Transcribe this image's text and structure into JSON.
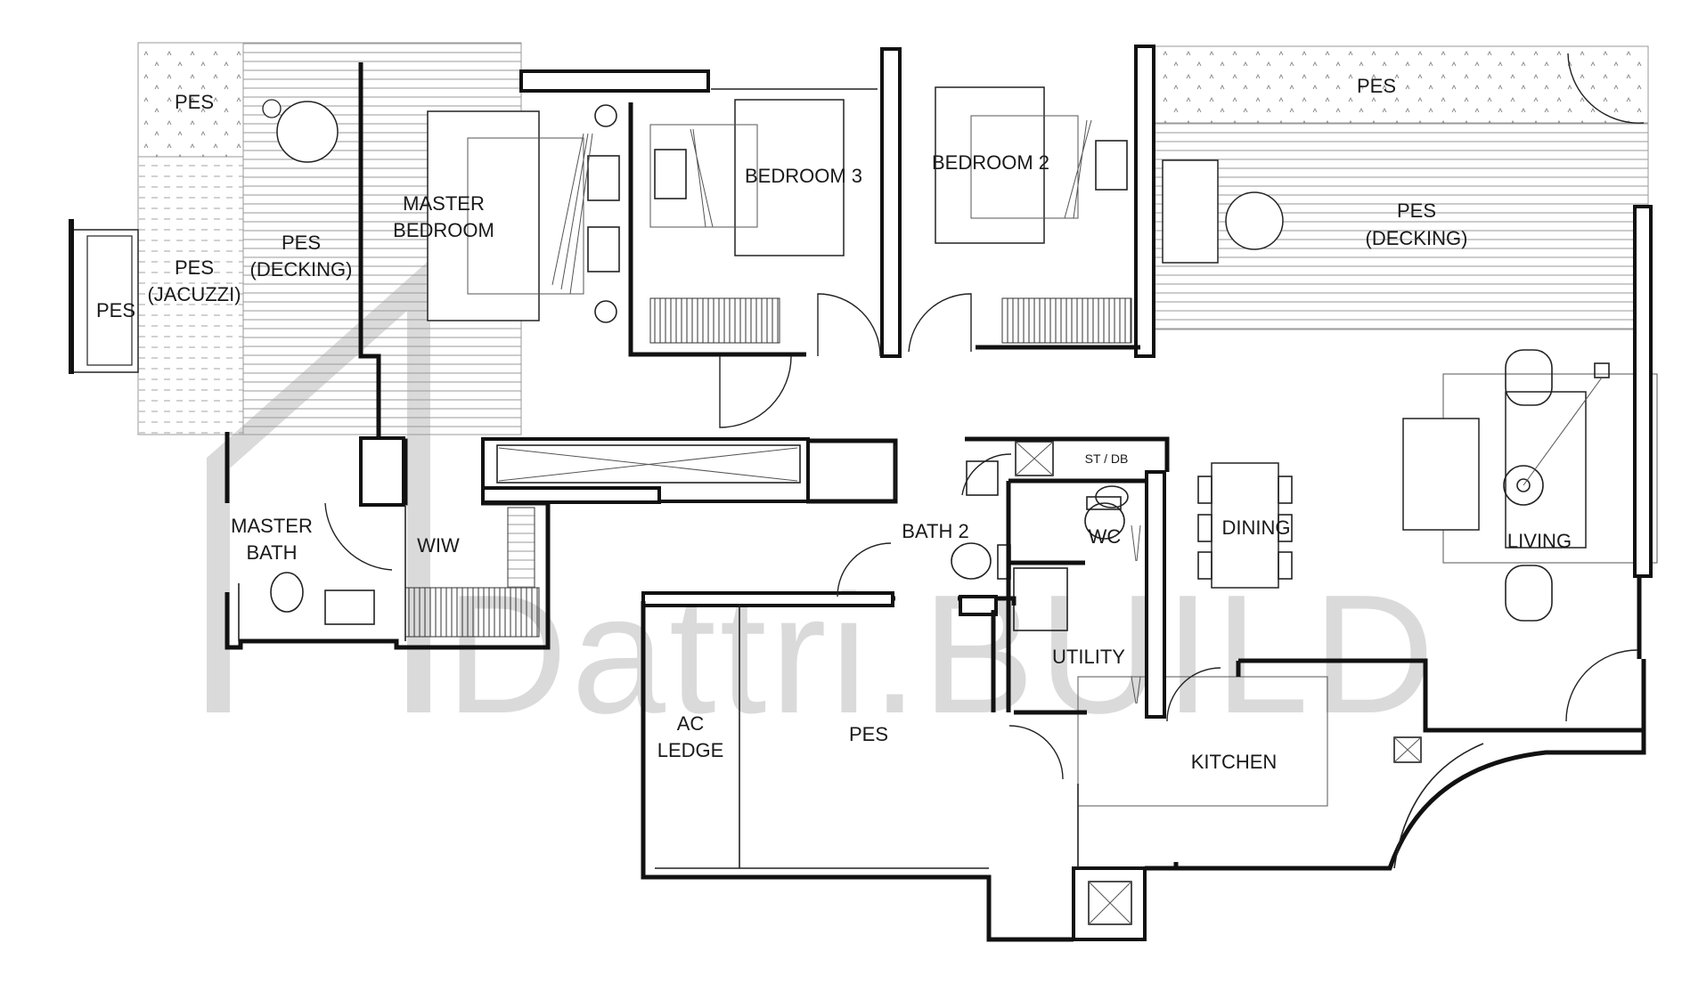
{
  "watermark": {
    "text": "Dattri.BUILD"
  },
  "rooms": {
    "pes_tl": "PES",
    "pes_decking_l_1": "PES",
    "pes_decking_l_2": "(DECKING)",
    "pes_jacuzzi_1": "PES",
    "pes_jacuzzi_2": "(JACUZZI)",
    "pes_far_l": "PES",
    "master_bedroom_1": "MASTER",
    "master_bedroom_2": "BEDROOM",
    "bedroom3": "BEDROOM 3",
    "bedroom2": "BEDROOM 2",
    "pes_tr": "PES",
    "pes_decking_r_1": "PES",
    "pes_decking_r_2": "(DECKING)",
    "master_bath_1": "MASTER",
    "master_bath_2": "BATH",
    "wiw": "WIW",
    "bath2": "BATH 2",
    "st_db": "ST / DB",
    "wc": "WC",
    "dining": "DINING",
    "living": "LIVING",
    "utility": "UTILITY",
    "ac_ledge_1": "AC",
    "ac_ledge_2": "LEDGE",
    "pes_bottom": "PES",
    "kitchen": "KITCHEN"
  }
}
